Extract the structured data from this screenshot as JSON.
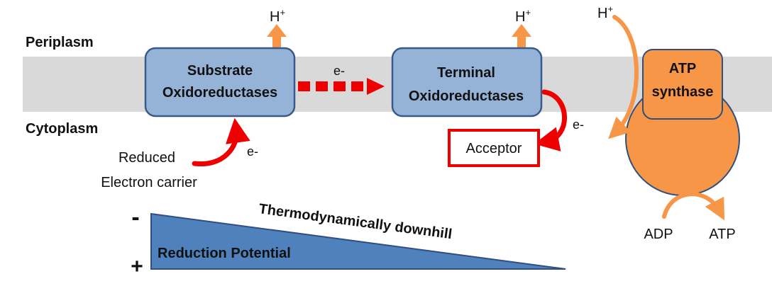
{
  "regions": {
    "periplasm": "Periplasm",
    "cytoplasm": "Cytoplasm"
  },
  "proton": {
    "symbol": "H",
    "charge": "+"
  },
  "substrate_box": {
    "line1": "Substrate",
    "line2": "Oxidoreductases"
  },
  "terminal_box": {
    "line1": "Terminal",
    "line2": "Oxidoreductases"
  },
  "atp_synthase": {
    "line1": "ATP",
    "line2": "synthase"
  },
  "electron": "e-",
  "acceptor": "Acceptor",
  "reduced_carrier": {
    "line1": "Reduced",
    "line2": "Electron carrier"
  },
  "adp": "ADP",
  "atp": "ATP",
  "gradient": {
    "minus": "-",
    "plus": "+",
    "inner_label": "Reduction Potential",
    "slope_label": "Thermodynamically downhill"
  },
  "colors": {
    "membrane": "#d9d9d9",
    "box_fill": "#95b3d7",
    "box_stroke": "#3a5a8c",
    "orange": "#f79646",
    "orange_dark": "#b66a2a",
    "red": "#ee0000",
    "gradient_fill": "#4f81bd",
    "gradient_stroke": "#2f4f7f"
  }
}
